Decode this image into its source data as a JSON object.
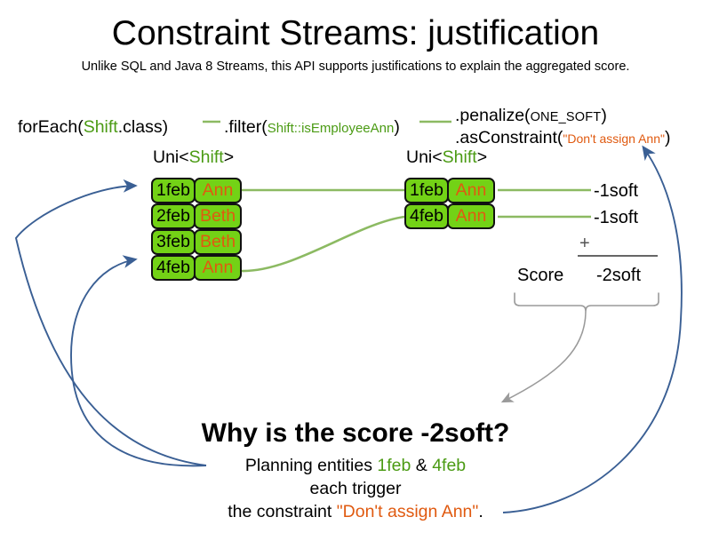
{
  "slide": {
    "title": "Constraint Streams: justification",
    "subtitle": "Unlike SQL and Java 8 Streams, this API supports justifications to explain the aggregated score."
  },
  "colors": {
    "entity_green": "#73d216",
    "code_green": "#4b9b14",
    "connector_green": "#8cba62",
    "orange": "#e05a10",
    "blue_arrow": "#3a5f94",
    "gray_arrow": "#9a9a9a",
    "text_black": "#000000"
  },
  "code": {
    "foreach": {
      "method": "forEach(",
      "type": "Shift",
      "tail": ".class)"
    },
    "filter": {
      "method": ".filter(",
      "arg": "Shift::isEmployeeAnn",
      "tail": ")"
    },
    "penalize": {
      "method": ".penalize(",
      "arg": "ONE_SOFT",
      "tail": ")"
    },
    "as_constraint": {
      "method": ".asConstraint(",
      "arg": "\"Don't assign Ann\"",
      "tail": ")"
    }
  },
  "streams": {
    "left_label": {
      "prefix": "Uni<",
      "type": "Shift",
      "suffix": ">"
    },
    "right_label": {
      "prefix": "Uni<",
      "type": "Shift",
      "suffix": ">"
    },
    "left_rows": [
      {
        "date": "1feb",
        "employee": "Ann"
      },
      {
        "date": "2feb",
        "employee": "Beth"
      },
      {
        "date": "3feb",
        "employee": "Beth"
      },
      {
        "date": "4feb",
        "employee": "Ann"
      }
    ],
    "right_rows": [
      {
        "date": "1feb",
        "employee": "Ann"
      },
      {
        "date": "4feb",
        "employee": "Ann"
      }
    ]
  },
  "score": {
    "impacts": [
      "-1soft",
      "-1soft"
    ],
    "operator": "+",
    "label": "Score",
    "total": "-2soft"
  },
  "explanation": {
    "heading": "Why is the score -2soft?",
    "line1_prefix": "Planning entities ",
    "line1_entity_a": "1feb",
    "line1_amp": " & ",
    "line1_entity_b": "4feb",
    "line2": "each trigger",
    "line3_prefix": "the constraint ",
    "line3_constraint": "\"Don't assign Ann\"",
    "line3_suffix": "."
  }
}
